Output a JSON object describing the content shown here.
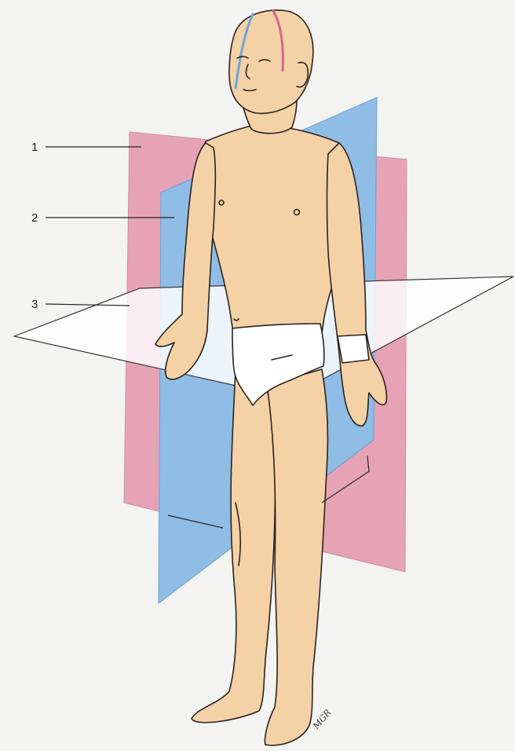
{
  "labels": [
    {
      "text": "1",
      "plane": "sagittal"
    },
    {
      "text": "2",
      "plane": "frontal"
    },
    {
      "text": "3",
      "plane": "transverse"
    }
  ],
  "signature": "MGR",
  "colors": {
    "background": "#f3f3f2",
    "sagittal_plane": "#e7a3b6",
    "frontal_plane": "#8fbde6",
    "transverse_plane": "#ffffff",
    "skin": "#f5d1a6",
    "outline": "#2a2420"
  }
}
